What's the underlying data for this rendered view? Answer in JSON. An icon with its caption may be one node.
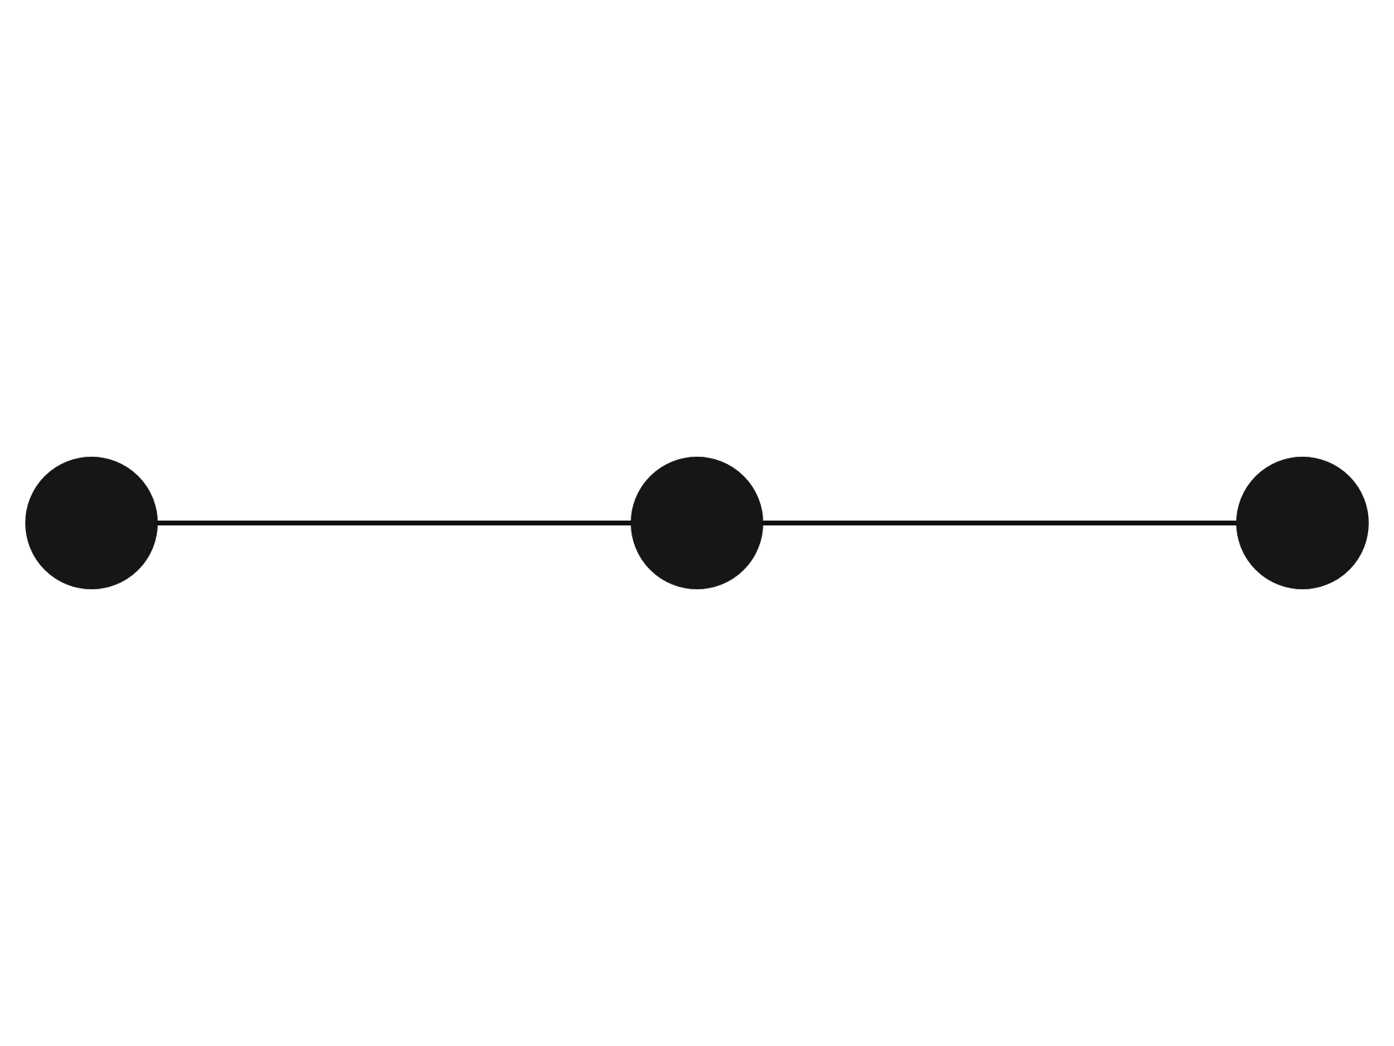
{
  "diagram": {
    "nodes": [
      {
        "text": [],
        "shape": "circle"
      },
      {
        "text": [],
        "shape": "circle"
      },
      {
        "text": [],
        "shape": "circle"
      }
    ],
    "edges": [
      {
        "from": 0,
        "to": 1,
        "arrow": "none"
      },
      {
        "from": 1,
        "to": 2,
        "arrow": "none"
      }
    ]
  }
}
